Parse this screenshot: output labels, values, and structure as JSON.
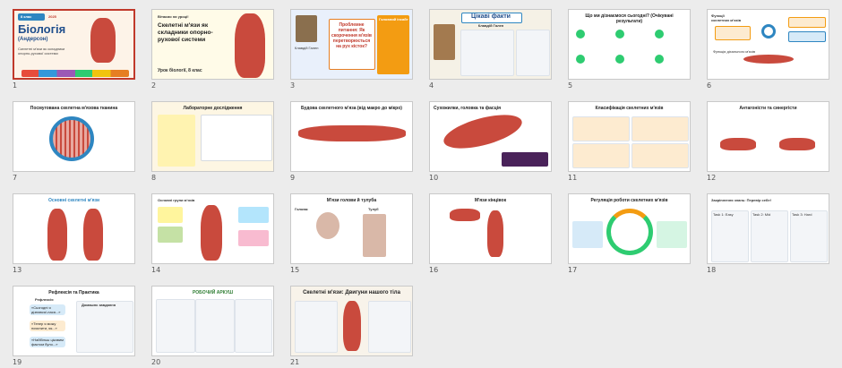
{
  "slides": [
    {
      "num": "1",
      "title": "Біологія",
      "subtitle": "(Андерсон)",
      "badge": "8 клас",
      "year": "2025",
      "chapter": "Скелетні м'язи як складники опорно-рухової системи"
    },
    {
      "num": "2",
      "kicker": "Вітаємо на уроці!",
      "title": "Скелетні м'язи як складники опорно-рухової системи",
      "footer": "Урок біології, 8 клас"
    },
    {
      "num": "3",
      "title": "Проблемне питання: Як скорочення м'язів перетворюється на рух кісток?",
      "side_title": "Головний інсайт",
      "caption": "Клавдій Гален"
    },
    {
      "num": "4",
      "title": "Цікаві факти",
      "subtitle": "Клавдій Гален"
    },
    {
      "num": "5",
      "title": "Що ми дізнаємося сьогодні? (Очікувані результати)"
    },
    {
      "num": "6",
      "title": "Функції скелетних м'язів",
      "label": "Функція діхального м'язів"
    },
    {
      "num": "7",
      "title": "Посмугована скелетна м'язова тканина"
    },
    {
      "num": "8",
      "title": "Лабораторне дослідження"
    },
    {
      "num": "9",
      "title": "Будова скелетного м'яза (від макро до мікро)"
    },
    {
      "num": "10",
      "title": "Сухожилки, головка та фасція"
    },
    {
      "num": "11",
      "title": "Класифікація скелетних м'язів"
    },
    {
      "num": "12",
      "title": "Антагоністи та синергісти"
    },
    {
      "num": "13",
      "title": "Основні скелетні м'язи"
    },
    {
      "num": "14",
      "title": "Основні групи м'язів"
    },
    {
      "num": "15",
      "title": "М'язи голови й тулуба",
      "label_left": "Голова:",
      "label_right": "Тулуб"
    },
    {
      "num": "16",
      "title": "М'язи кінцівок"
    },
    {
      "num": "17",
      "title": "Регуляція роботи скелетних м'язів"
    },
    {
      "num": "18",
      "title": "Закріплення знань: Перевір себе!",
      "tasks": [
        "Task 1: Easy",
        "Task 2: Mid",
        "Task 3: Hard"
      ]
    },
    {
      "num": "19",
      "title": "Рефлексія та Практика",
      "left": "Рефлексія",
      "right": "Домашнє завдання",
      "quotes": [
        "«Сьогодні я дізнався/-лася...»",
        "«Тепер я можу пояснити, як...»",
        "«Найбільш цікавим фактом було...»"
      ]
    },
    {
      "num": "20",
      "title": "РОБОЧИЙ АРКУШ"
    },
    {
      "num": "21",
      "title": "Скелетні м'язи: Двигуни нашого тіла"
    }
  ],
  "colors": {
    "accent": "#c0392b",
    "muscle": "#c94a3d",
    "blue": "#2e86c1",
    "orange": "#f39c12"
  }
}
